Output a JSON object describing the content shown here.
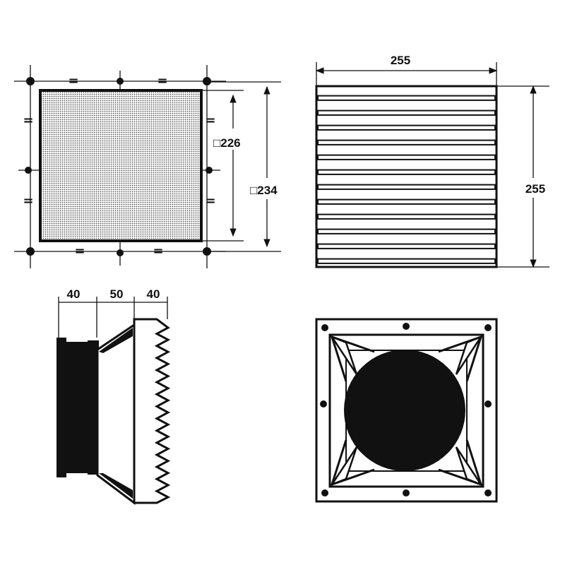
{
  "cutout_view": {
    "inner_dim": "□226",
    "outer_dim": "□234",
    "equal_mark": "="
  },
  "front_view": {
    "width_dim": "255",
    "height_dim": "255",
    "louver_count": 12
  },
  "side_view": {
    "dims": [
      "40",
      "50",
      "40"
    ]
  },
  "rear_view": {}
}
